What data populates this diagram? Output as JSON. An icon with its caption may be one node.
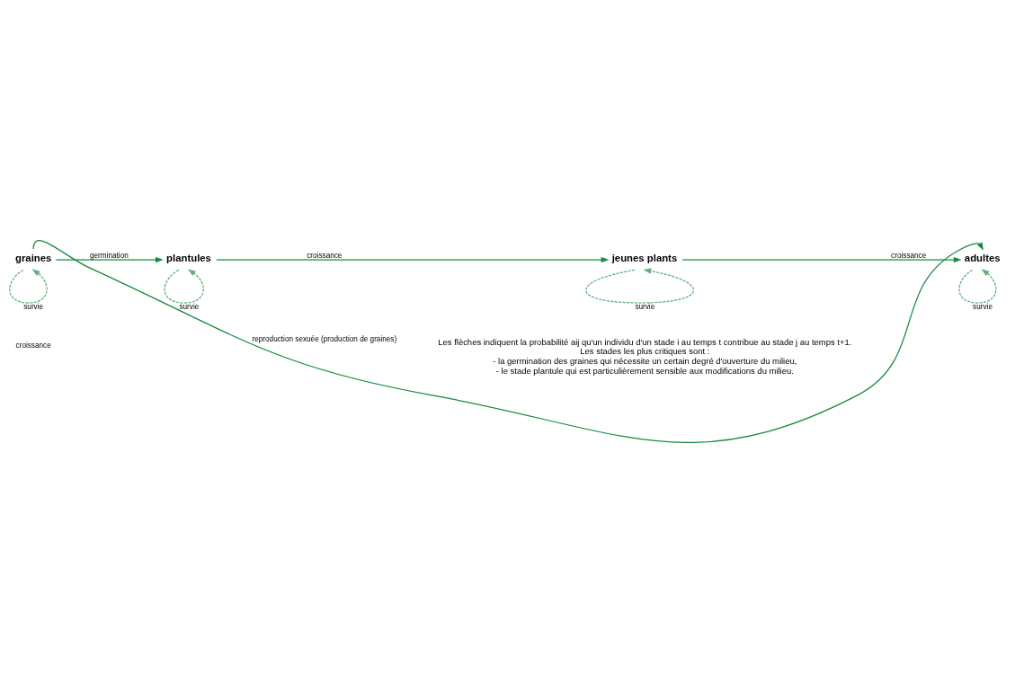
{
  "diagram": {
    "nodes": [
      {
        "text": [
          "graines"
        ]
      },
      {
        "text": [
          "plantules"
        ]
      },
      {
        "text": [
          "jeunes plants"
        ]
      },
      {
        "text": [
          "adultes"
        ]
      }
    ],
    "edges": [
      {
        "from": 0,
        "to": 1,
        "arrow": "to",
        "label": "germination"
      },
      {
        "from": 1,
        "to": 2,
        "arrow": "to",
        "label": "croissance"
      },
      {
        "from": 2,
        "to": 3,
        "arrow": "to",
        "label": "croissance"
      },
      {
        "from": 0,
        "to": 3,
        "arrow": "to",
        "label": "reproduction sexuée (production de graines)"
      },
      {
        "from": 0,
        "to": 0,
        "arrow": "to",
        "label": "survie",
        "style": "dashed",
        "color": "#5fae7a"
      },
      {
        "from": 1,
        "to": 1,
        "arrow": "to",
        "label": "survie",
        "style": "dashed",
        "color": "#5fae7a"
      },
      {
        "from": 2,
        "to": 2,
        "arrow": "to",
        "label": "survie",
        "style": "dashed",
        "color": "#5fae7a"
      },
      {
        "from": 3,
        "to": 3,
        "arrow": "to",
        "label": "survie",
        "style": "dashed",
        "color": "#5fae7a"
      }
    ],
    "labels": [
      "croissance",
      "Les flèches indiquent la probabilité aij qu'un individu d'un stade i au temps t contribue au stade j au temps t+1.",
      "Les stades les plus critiques sont :",
      "- la germination des graines qui nécessite un certain degré d'ouverture du milieu,",
      "- le stade plantule qui est particulièrement sensible aux modifications du milieu."
    ]
  }
}
